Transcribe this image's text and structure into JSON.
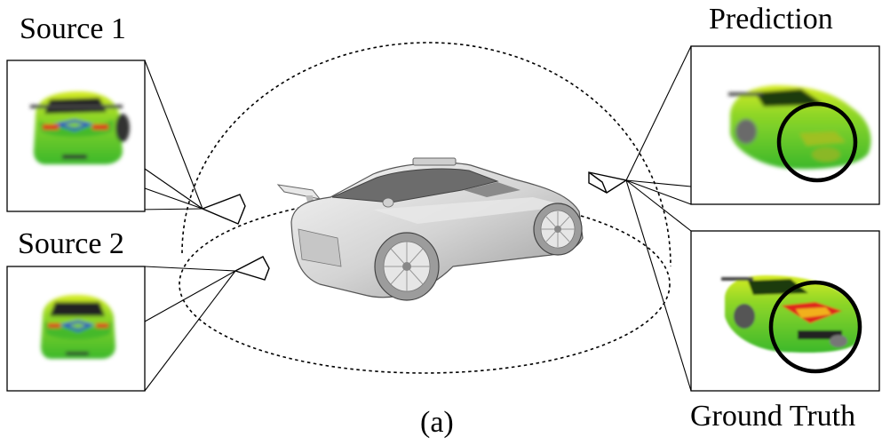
{
  "labels": {
    "source1": "Source 1",
    "source2": "Source 2",
    "prediction": "Prediction",
    "ground_truth": "Ground Truth",
    "caption": "(a)"
  },
  "colors": {
    "car_body_green": "#55c82a",
    "car_roof_yellow": "#d9ec1e",
    "car_accent_red": "#e0261a",
    "car_accent_blue": "#2147c8",
    "central_car_gray": "#d8d8d8",
    "highlight_circle": "#000000"
  }
}
